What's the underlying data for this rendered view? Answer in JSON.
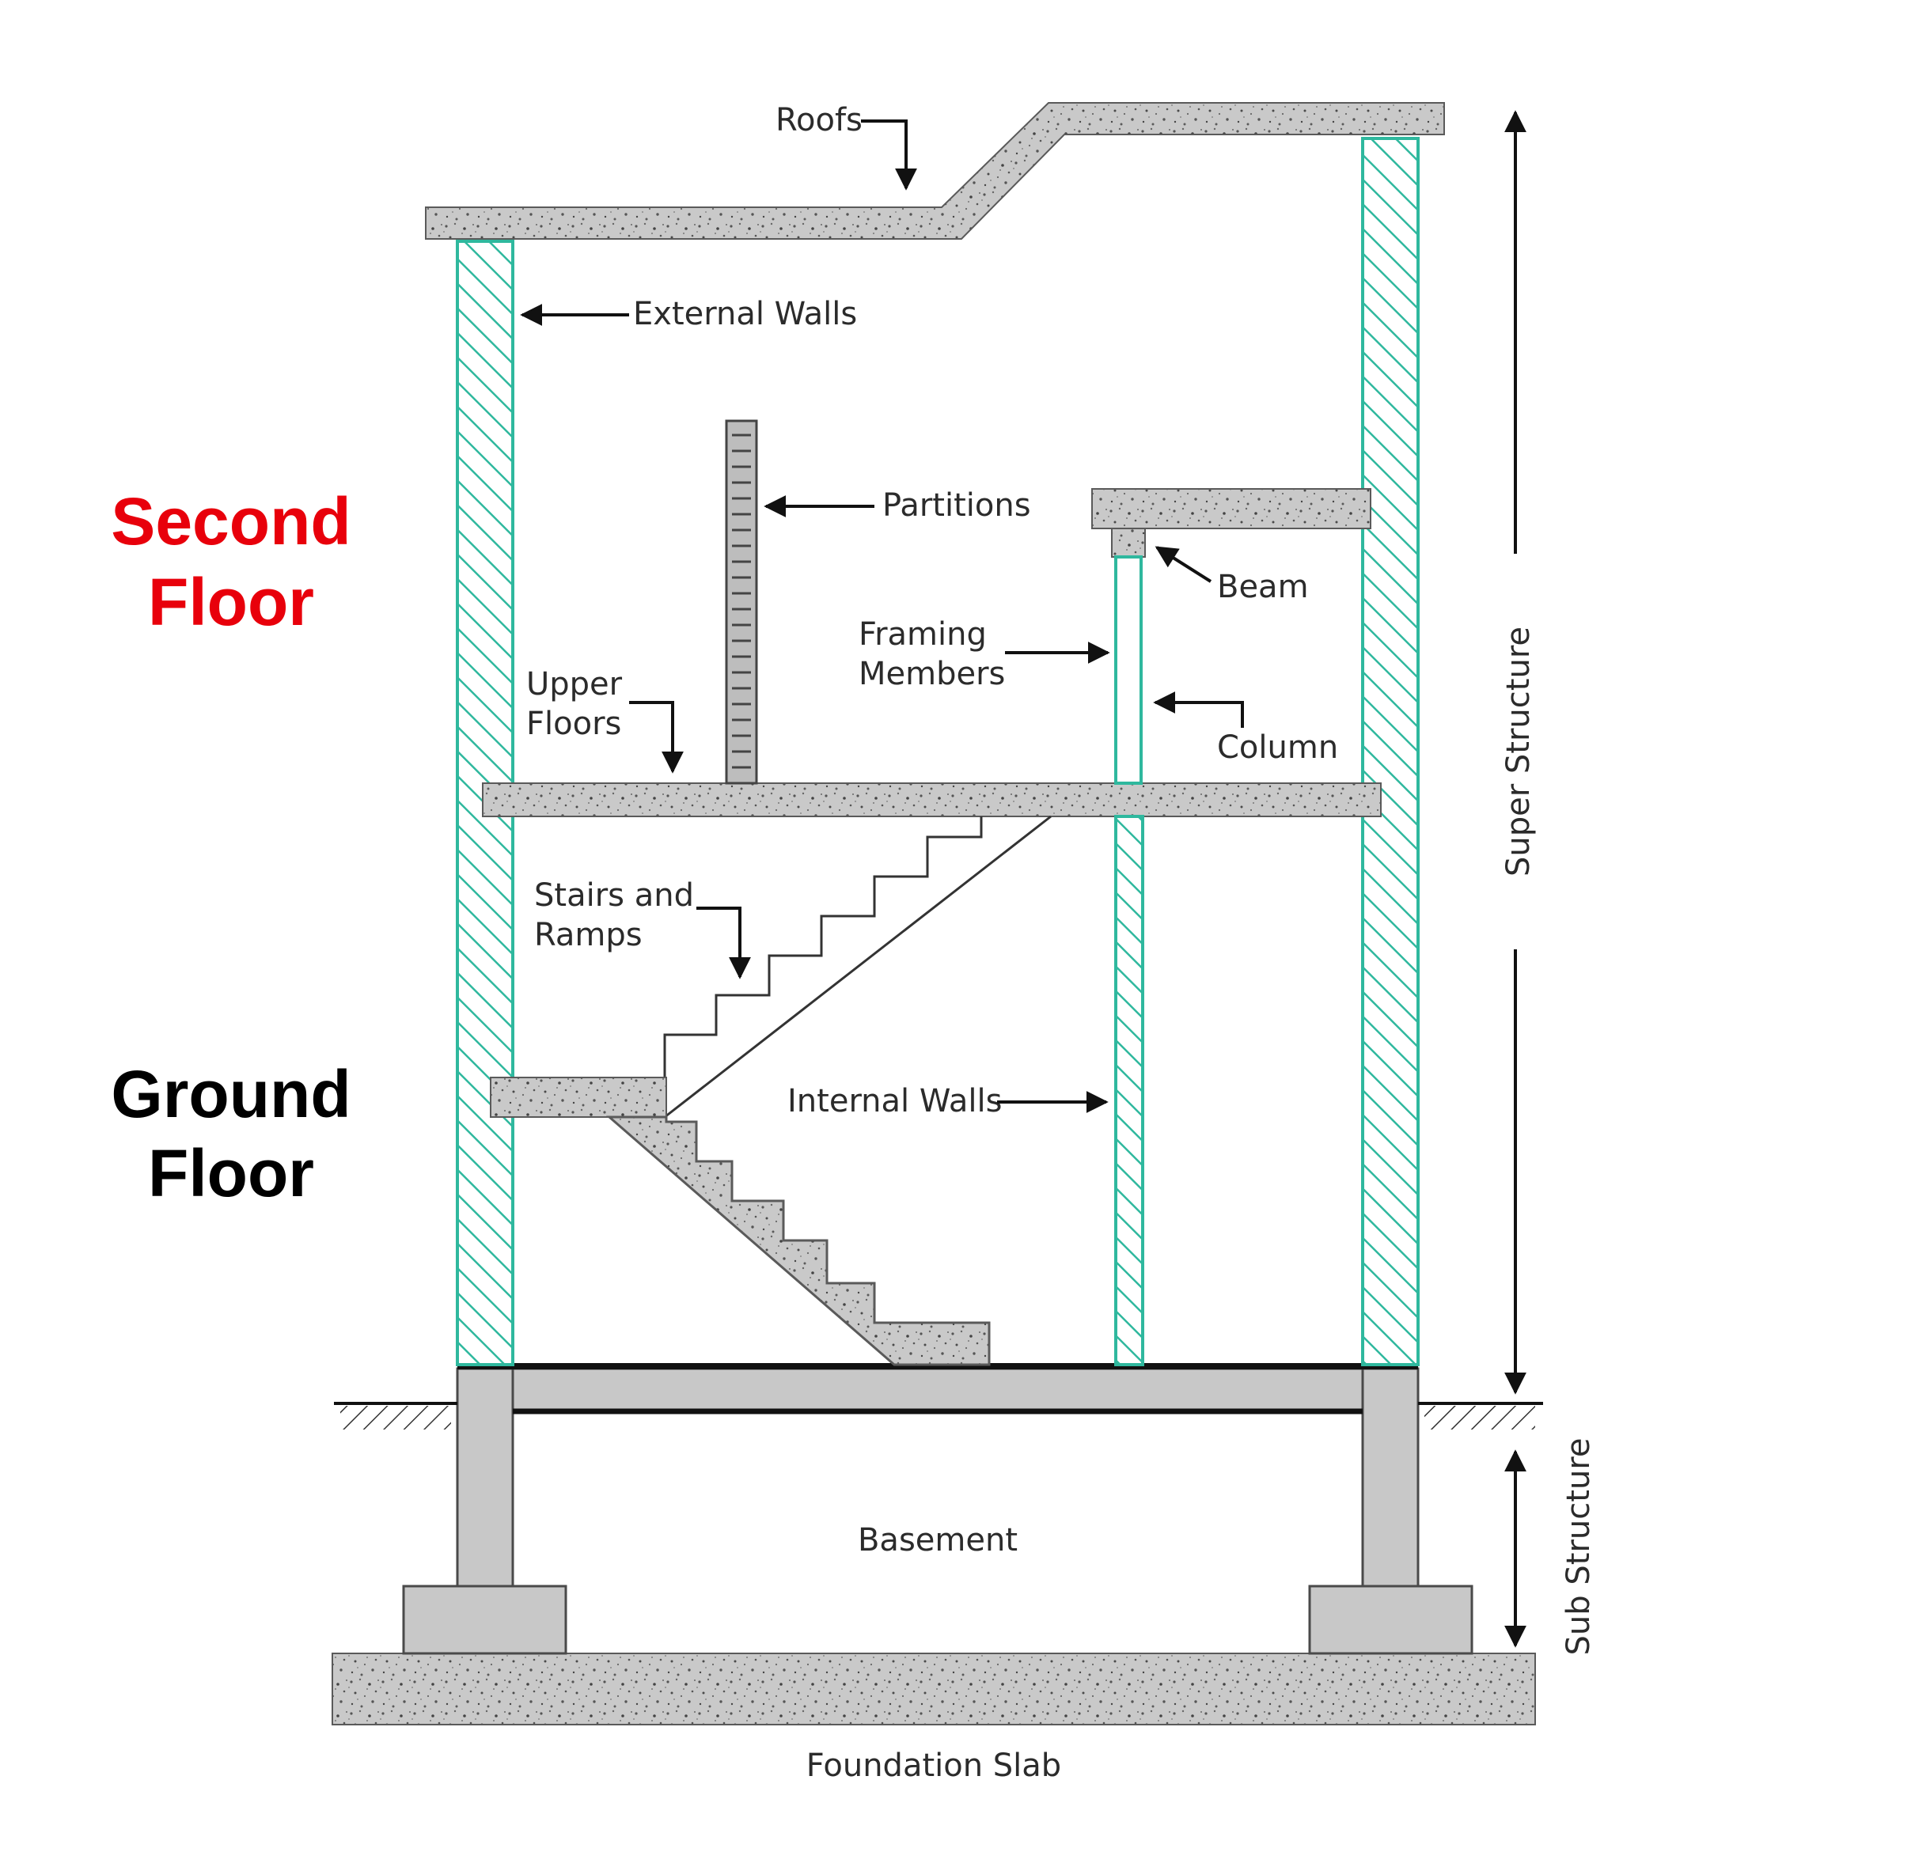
{
  "floors": {
    "second": {
      "label_line1": "Second",
      "label_line2": "Floor",
      "color": "#e8000b"
    },
    "ground": {
      "label_line1": "Ground",
      "label_line2": "Floor",
      "color": "#000000"
    }
  },
  "labels": {
    "roofs": "Roofs",
    "external_walls": "External Walls",
    "partitions": "Partitions",
    "beam": "Beam",
    "framing_line1": "Framing",
    "framing_line2": "Members",
    "column": "Column",
    "upper_floors_line1": "Upper",
    "upper_floors_line2": "Floors",
    "stairs_line1": "Stairs and",
    "stairs_line2": "Ramps",
    "internal_walls": "Internal Walls",
    "basement": "Basement",
    "foundation_slab": "Foundation Slab",
    "super_structure": "Super Structure",
    "sub_structure": "Sub Structure"
  },
  "colors": {
    "wall_hatch": "#2fb89e",
    "concrete": "#c9c9c9"
  }
}
